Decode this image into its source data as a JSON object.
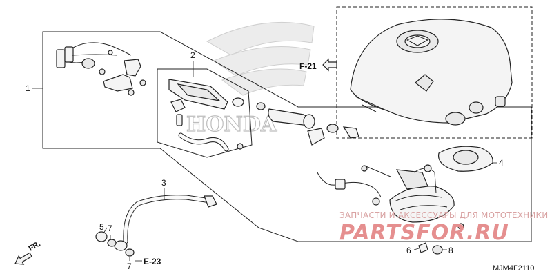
{
  "callouts": {
    "part_1": "1",
    "part_2": "2",
    "part_3": "3",
    "part_4": "4",
    "part_5": "5",
    "part_6": "6",
    "part_7_upper": "7",
    "part_7_lower": "7",
    "part_8": "8"
  },
  "references": {
    "f21": "F-21",
    "e23": "E-23"
  },
  "orientation": {
    "front_label": "FR."
  },
  "watermark": {
    "line1": "ЗАПЧАСТИ И АКСЕССУАРЫ ДЛЯ МОТОТЕХНИКИ",
    "line2": "PARTSFOR.RU"
  },
  "background_logo_text": "HONDA",
  "diagram_code": "MJM4F2110"
}
